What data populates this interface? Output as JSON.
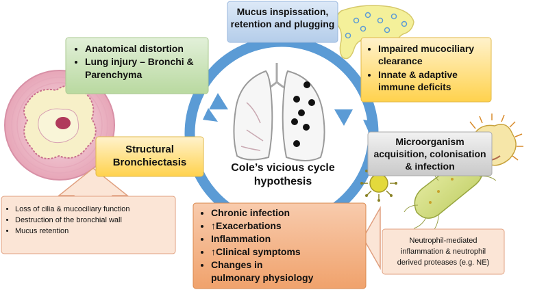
{
  "center": {
    "title_line1": "Cole’s vicious cycle",
    "title_line2": "hypothesis"
  },
  "boxes": {
    "mucus": {
      "line1": "Mucus inspissation,",
      "line2": "retention and plugging"
    },
    "impaired": {
      "items": [
        "Impaired mucociliary clearance",
        "Innate & adaptive immune deficits"
      ]
    },
    "micro": {
      "line1": "Microorganism",
      "line2": "acquisition, colonisation",
      "line3": "& infection"
    },
    "chronic": {
      "items": [
        "Chronic infection",
        "↑Exacerbations",
        "Inflammation",
        "↑Clinical symptoms",
        "Changes in pulmonary physiology"
      ]
    },
    "structural": {
      "line1": "Structural",
      "line2": "Bronchiectasis"
    },
    "anatomical": {
      "items": [
        "Anatomical distortion",
        "Lung injury – Bronchi & Parenchyma"
      ]
    },
    "loss": {
      "items": [
        "Loss of cilia & mucociliary function",
        "Destruction of the bronchial wall",
        "Mucus retention"
      ]
    },
    "neutrophil": {
      "line1": "Neutrophil-mediated",
      "line2": "inflammation & neutrophil",
      "line3": "derived proteases (e.g. NE)"
    }
  },
  "colors": {
    "cycle_blue": "#5b9bd5",
    "mucus_box": "#c5d9f1",
    "yellow_box": "#ffd966",
    "green_box": "#c6e0b4",
    "grey_box": "#d9d9d9",
    "orange_box": "#f4b183",
    "peach_box": "#fbe5d6",
    "mucus_yellow": "#f4f09a"
  }
}
